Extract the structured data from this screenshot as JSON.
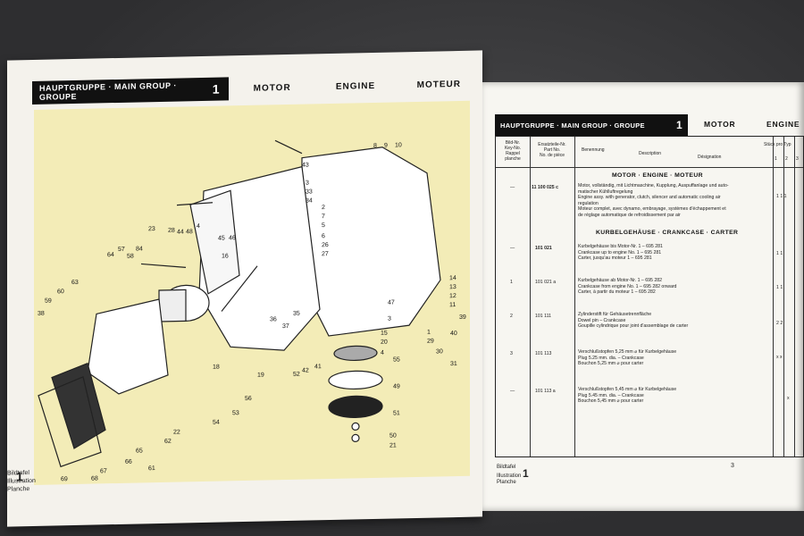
{
  "left_page": {
    "header_group": "HAUPTGRUPPE · MAIN GROUP · GROUPE",
    "header_num": "1",
    "col_de": "MOTOR",
    "col_en": "ENGINE",
    "col_fr": "MOTEUR",
    "footer_lines": [
      "Bildtafel",
      "Illustration",
      "Planche"
    ],
    "footer_num": "1",
    "callouts": [
      "43",
      "8",
      "9",
      "10",
      "3",
      "33",
      "34",
      "2",
      "7",
      "5",
      "6",
      "26",
      "27",
      "28",
      "44",
      "48",
      "4",
      "23",
      "45",
      "46",
      "14",
      "13",
      "12",
      "11",
      "1",
      "64",
      "57",
      "58",
      "84",
      "59",
      "60",
      "63",
      "38",
      "36",
      "37",
      "35",
      "3",
      "47",
      "20",
      "15",
      "4",
      "29",
      "30",
      "31",
      "40",
      "42",
      "41",
      "39",
      "16",
      "18",
      "52",
      "19",
      "56",
      "53",
      "54",
      "55",
      "49",
      "51",
      "50",
      "21",
      "22",
      "62",
      "61",
      "65",
      "66",
      "67",
      "68",
      "69"
    ]
  },
  "right_page": {
    "header_group": "HAUPTGRUPPE · MAIN GROUP · GROUPE",
    "header_num": "1",
    "col_de": "MOTOR",
    "col_en": "ENGINE",
    "th_bild": [
      "Bild-Nr.",
      "Key-No.",
      "Rappel",
      "planche"
    ],
    "th_ersatz": [
      "Ersatzteile-Nr.",
      "Part No.",
      "No. de pièce"
    ],
    "th_benennung": "Benennung",
    "th_description": "Description",
    "th_designation": "Désignation",
    "th_stueck": "Stück pro Typ",
    "th_typ": [
      "1",
      "2",
      "3"
    ],
    "sections": {
      "motor": "MOTOR · ENGINE · MOTEUR",
      "kurbel": "KURBELGEHÄUSE · CRANKCASE · CARTER"
    },
    "rows": [
      {
        "key": "—",
        "part": "11 100 025 c",
        "lines": [
          "Motor, vollständig, mit Lichtmaschine, Kupplung, Auspuffanlage und auto-",
          "matischer Kühlluftregelung",
          "Engine assy. with generator, clutch, silencer and automatic cooling air",
          "regulation",
          "Moteur complet, avec dynamo, embrayage, systèmes d'échappement et",
          "de réglage automatique de refroidissement par air"
        ],
        "qty": "1   1   1"
      },
      {
        "key": "—",
        "part": "101 021",
        "lines": [
          "Kurbelgehäuse bis Motor-Nr. 1 – 695 281",
          "Crankcase up to engine No. 1 – 695 281",
          "Carter, jusqu'au moteur 1 – 695 281"
        ],
        "qty": "1   1"
      },
      {
        "key": "1",
        "part": "101 021 a",
        "lines": [
          "Kurbelgehäuse ab Motor-Nr. 1 – 695 282",
          "Crankcase from engine No. 1 – 695 282 onward",
          "Carter, à partir du moteur 1 – 695 282"
        ],
        "qty": "1   1"
      },
      {
        "key": "2",
        "part": "101 111",
        "lines": [
          "Zylinderstift für Gehäusetrennfläche",
          "Dowel pin – Crankcase",
          "Goupille cylindrique pour joint d'assemblage de carter"
        ],
        "qty": "2   2"
      },
      {
        "key": "3",
        "part": "101 113",
        "lines": [
          "Verschlußstopfen 5,25 mm ⌀ für Kurbelgehäuse",
          "Plug 5.25 mm. dia. – Crankcase",
          "Bouchon 5,25 mm ⌀ pour carter"
        ],
        "qty": "x   x"
      },
      {
        "key": "—",
        "part": "101 113 a",
        "lines": [
          "Verschlußstopfen 5,45 mm ⌀ für Kurbelgehäuse",
          "Plug 5.45 mm. dia. – Crankcase",
          "Bouchon 5,45 mm ⌀ pour carter"
        ],
        "qty": "x"
      }
    ],
    "footer_lines": [
      "Bildtafel",
      "Illustration",
      "Planche"
    ],
    "footer_num": "1",
    "page_number": "3"
  },
  "colors": {
    "plate": "#f3ecb7",
    "ink": "#111111",
    "paper": "#f7f6f1"
  }
}
